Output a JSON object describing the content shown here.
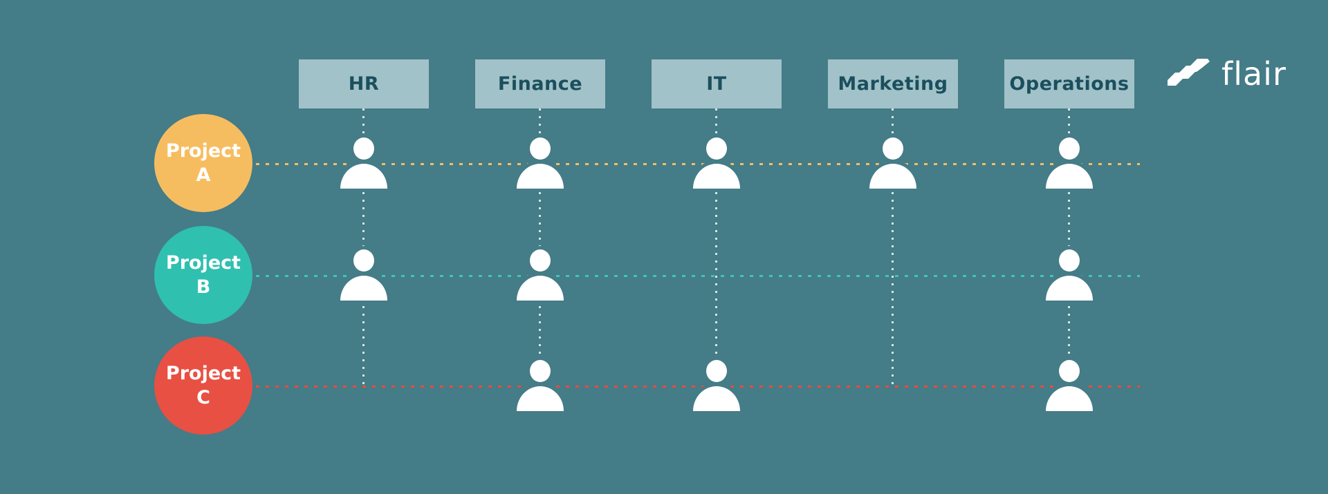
{
  "logo": {
    "label": "flair",
    "icon": "flair-stacked-layers-icon",
    "color": "#ffffff"
  },
  "departments": [
    {
      "id": "hr",
      "label": "HR"
    },
    {
      "id": "finance",
      "label": "Finance"
    },
    {
      "id": "it",
      "label": "IT"
    },
    {
      "id": "marketing",
      "label": "Marketing"
    },
    {
      "id": "operations",
      "label": "Operations"
    }
  ],
  "projects": [
    {
      "id": "a",
      "name": "Project",
      "letter": "A",
      "circle_color": "#f6bd60",
      "line_color": "#f6bd60"
    },
    {
      "id": "b",
      "name": "Project",
      "letter": "B",
      "circle_color": "#2fc0b0",
      "line_color": "#3dc7b6"
    },
    {
      "id": "c",
      "name": "Project",
      "letter": "C",
      "circle_color": "#e85043",
      "line_color": "#ef4b38"
    }
  ],
  "assignments": [
    {
      "project": "Project A",
      "departments": [
        "HR",
        "Finance",
        "IT",
        "Marketing",
        "Operations"
      ]
    },
    {
      "project": "Project B",
      "departments": [
        "HR",
        "Finance",
        "Operations"
      ]
    },
    {
      "project": "Project C",
      "departments": [
        "Finance",
        "IT",
        "Operations"
      ]
    }
  ],
  "colors": {
    "background": "#447c88",
    "department_box": "#a1c2c8",
    "department_text": "#1b4f5e",
    "person_icon": "#ffffff",
    "column_line": "rgba(255,255,255,0.8)"
  }
}
